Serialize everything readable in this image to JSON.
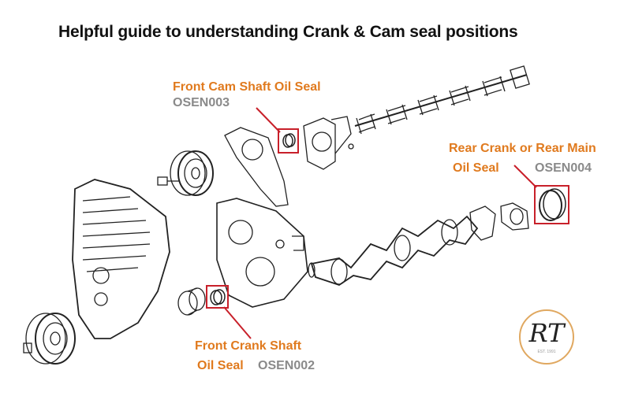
{
  "title": "Helpful guide to understanding Crank & Cam seal positions",
  "labels": {
    "front_cam": {
      "name": "Front Cam Shaft Oil Seal",
      "code": "OSEN003"
    },
    "rear_crank": {
      "name_line1": "Rear Crank or Rear Main",
      "name_line2": "Oil Seal",
      "code": "OSEN004"
    },
    "front_crank": {
      "name_line1": "Front Crank Shaft",
      "name_line2": "Oil Seal",
      "code": "OSEN002"
    }
  },
  "logo": {
    "letters": "RT",
    "text": "EST. 1991"
  },
  "colors": {
    "label": "#e07a1e",
    "code": "#8a8a8a",
    "highlight": "#c8202a",
    "logo_ring": "#e0a860"
  }
}
